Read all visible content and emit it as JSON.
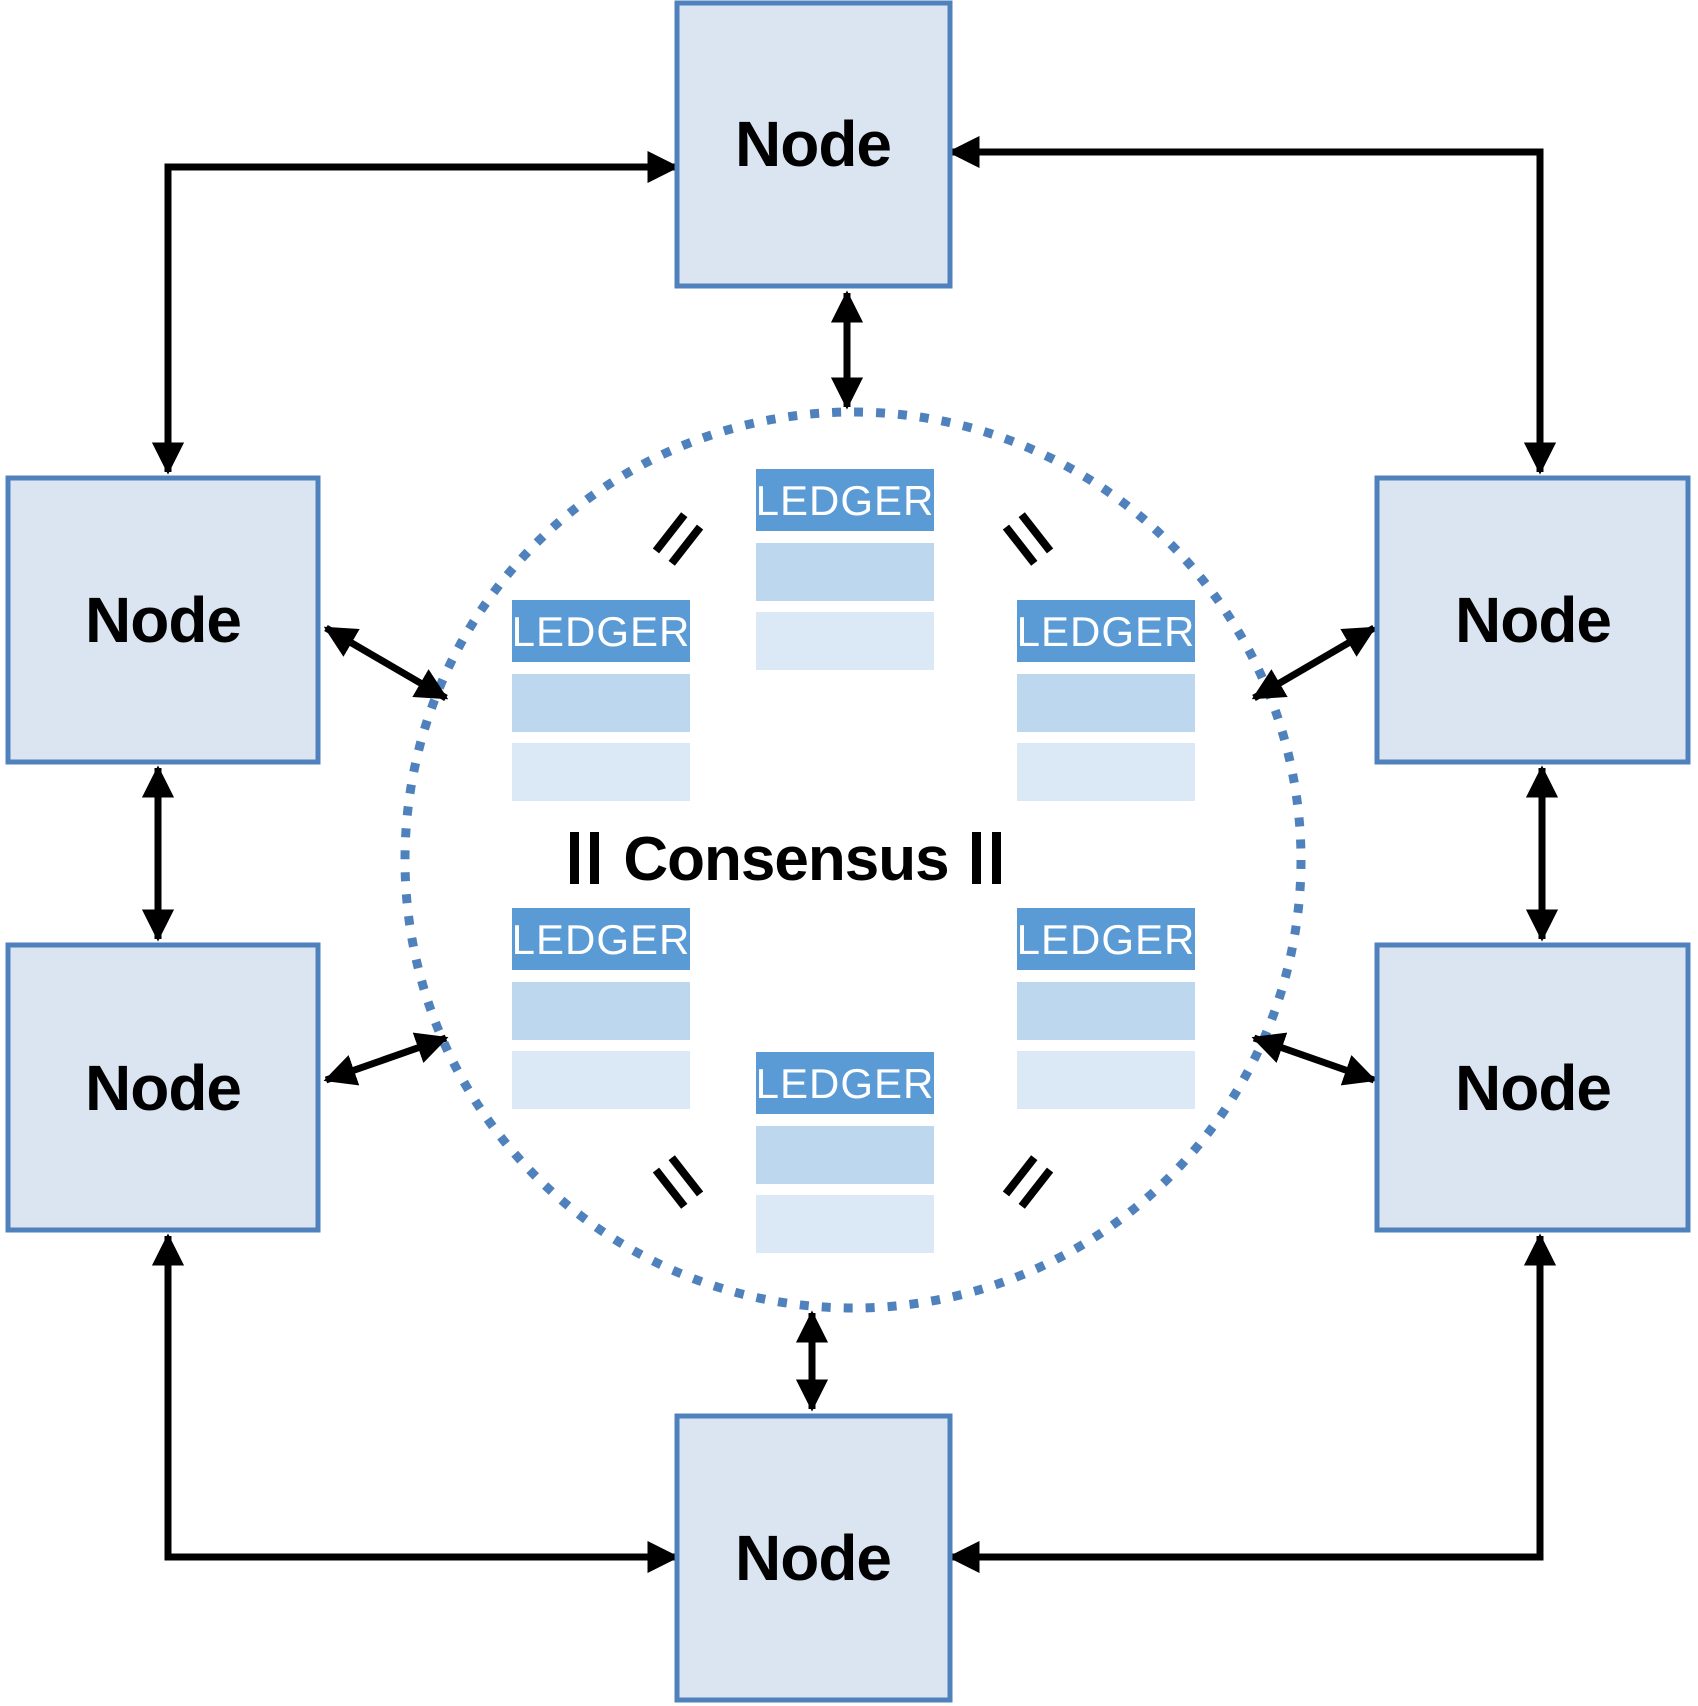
{
  "diagram": {
    "type": "blockchain-consensus-network",
    "center_label": "Consensus",
    "nodes": [
      {
        "id": "node-top",
        "label": "Node",
        "position": "top-center"
      },
      {
        "id": "node-upper-left",
        "label": "Node",
        "position": "upper-left"
      },
      {
        "id": "node-lower-left",
        "label": "Node",
        "position": "lower-left"
      },
      {
        "id": "node-upper-right",
        "label": "Node",
        "position": "upper-right"
      },
      {
        "id": "node-lower-right",
        "label": "Node",
        "position": "lower-right"
      },
      {
        "id": "node-bottom",
        "label": "Node",
        "position": "bottom-center"
      }
    ],
    "ledgers": [
      {
        "id": "ledger-top",
        "label": "LEDGER",
        "position": "top-center",
        "rows": 2
      },
      {
        "id": "ledger-mid-left",
        "label": "LEDGER",
        "position": "middle-left",
        "rows": 2
      },
      {
        "id": "ledger-mid-right",
        "label": "LEDGER",
        "position": "middle-right",
        "rows": 2
      },
      {
        "id": "ledger-low-left",
        "label": "LEDGER",
        "position": "lower-left",
        "rows": 2
      },
      {
        "id": "ledger-low-right",
        "label": "LEDGER",
        "position": "lower-right",
        "rows": 2
      },
      {
        "id": "ledger-bottom",
        "label": "LEDGER",
        "position": "bottom-center",
        "rows": 2
      }
    ],
    "equals_signs": [
      {
        "position": "between-top-and-left-ledger",
        "orientation": "diagonal-ascending"
      },
      {
        "position": "between-top-and-right-ledger",
        "orientation": "diagonal-descending"
      },
      {
        "position": "left-of-consensus",
        "orientation": "vertical"
      },
      {
        "position": "right-of-consensus",
        "orientation": "vertical"
      },
      {
        "position": "between-bottom-and-left-ledger",
        "orientation": "diagonal-descending"
      },
      {
        "position": "between-bottom-and-right-ledger",
        "orientation": "diagonal-ascending"
      }
    ],
    "connections": [
      {
        "from": "node-upper-left",
        "to": "node-top",
        "style": "elbow",
        "arrows": "both-ends"
      },
      {
        "from": "node-upper-right",
        "to": "node-top",
        "style": "elbow",
        "arrows": "both-ends"
      },
      {
        "from": "node-lower-left",
        "to": "node-bottom",
        "style": "elbow",
        "arrows": "both-ends"
      },
      {
        "from": "node-lower-right",
        "to": "node-bottom",
        "style": "elbow",
        "arrows": "both-ends"
      },
      {
        "from": "node-upper-left",
        "to": "node-lower-left",
        "style": "straight",
        "arrows": "both-ends"
      },
      {
        "from": "node-upper-right",
        "to": "node-lower-right",
        "style": "straight",
        "arrows": "both-ends"
      },
      {
        "from": "node-top",
        "to": "consensus-circle",
        "style": "straight",
        "arrows": "both-ends"
      },
      {
        "from": "node-bottom",
        "to": "consensus-circle",
        "style": "straight",
        "arrows": "both-ends"
      },
      {
        "from": "node-upper-left",
        "to": "consensus-circle",
        "style": "diagonal",
        "arrows": "both-ends"
      },
      {
        "from": "node-lower-left",
        "to": "consensus-circle",
        "style": "diagonal",
        "arrows": "both-ends"
      },
      {
        "from": "node-upper-right",
        "to": "consensus-circle",
        "style": "diagonal",
        "arrows": "both-ends"
      },
      {
        "from": "node-lower-right",
        "to": "consensus-circle",
        "style": "diagonal",
        "arrows": "both-ends"
      }
    ],
    "colors": {
      "node_fill": "#dbe5f1",
      "node_border": "#4f81bd",
      "ledger_header": "#5b9bd5",
      "ledger_row1": "#bdd7ee",
      "ledger_row2": "#dbe9f6",
      "circle_dotted": "#4f81bd",
      "arrow": "#000000",
      "ledger_text": "#ffffff",
      "label_text": "#000000"
    }
  }
}
